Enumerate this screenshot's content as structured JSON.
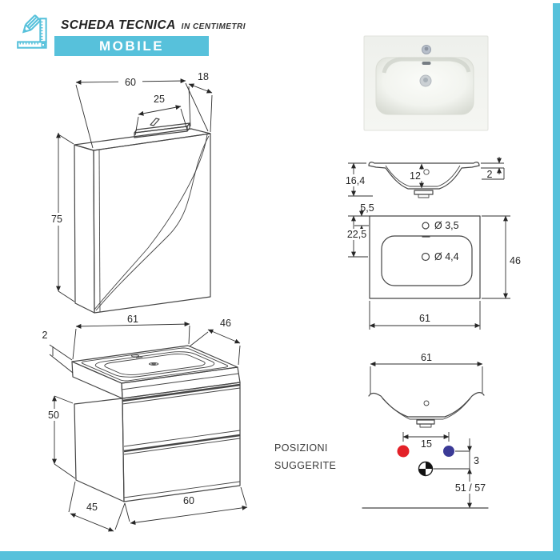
{
  "header": {
    "title": "SCHEDA TECNICA",
    "subtitle": "IN CENTIMETRI",
    "category": "MOBILE"
  },
  "colors": {
    "accent": "#57C1DB",
    "red": "#E32128",
    "blue": "#3B3A96",
    "line": "#454545"
  },
  "mirror_cabinet": {
    "width": "60",
    "depth": "18",
    "light_width": "25",
    "height": "75"
  },
  "base_cabinet": {
    "top_width": "61",
    "top_depth": "46",
    "basin_edge": "2",
    "height": "50",
    "bottom_depth": "45",
    "bottom_width": "60"
  },
  "basin_section": {
    "total_height": "16,4",
    "bowl_depth": "12",
    "rim_thickness": "2"
  },
  "basin_plan": {
    "tap_hole_offset": "5,5",
    "drain_offset": "22,5",
    "tap_hole_diameter": "Ø 3,5",
    "drain_diameter": "Ø 4,4",
    "depth": "46",
    "width": "61"
  },
  "suggested_positions": {
    "label_line1": "POSIZIONI",
    "label_line2": "SUGGERITE",
    "width": "61",
    "tap_spacing": "15",
    "tap_drop": "3",
    "mounting_height": "51 / 57"
  }
}
